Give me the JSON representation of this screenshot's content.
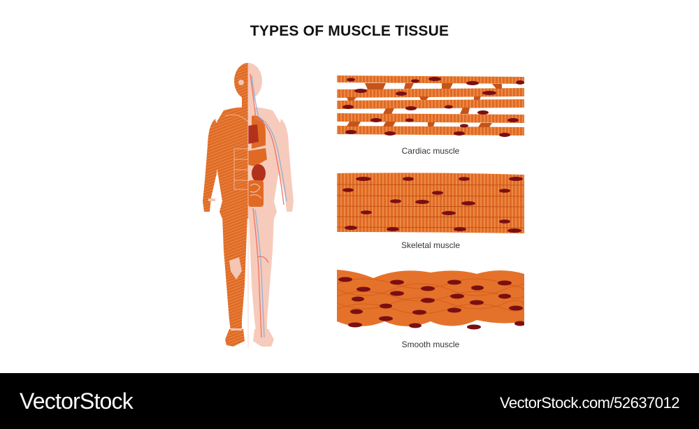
{
  "title": "TYPES OF MUSCLE TISSUE",
  "figure": {
    "name": "human-body-anatomy",
    "left_half": "muscular-system",
    "right_half": "organs-and-circulatory-system"
  },
  "tissues": [
    {
      "label": "Cardiac muscle"
    },
    {
      "label": "Skeletal muscle"
    },
    {
      "label": "Smooth muscle"
    }
  ],
  "colors": {
    "muscle": "#e06a24",
    "muscle_stripe": "#ec8a45",
    "muscle_dark": "#c4541a",
    "nucleus": "#7a0f12",
    "skin": "#f6cbbb",
    "artery": "#f2705e",
    "vein": "#8fb0d8"
  },
  "footer": {
    "brand": "VectorStock",
    "url": "VectorStock.com/52637012"
  }
}
